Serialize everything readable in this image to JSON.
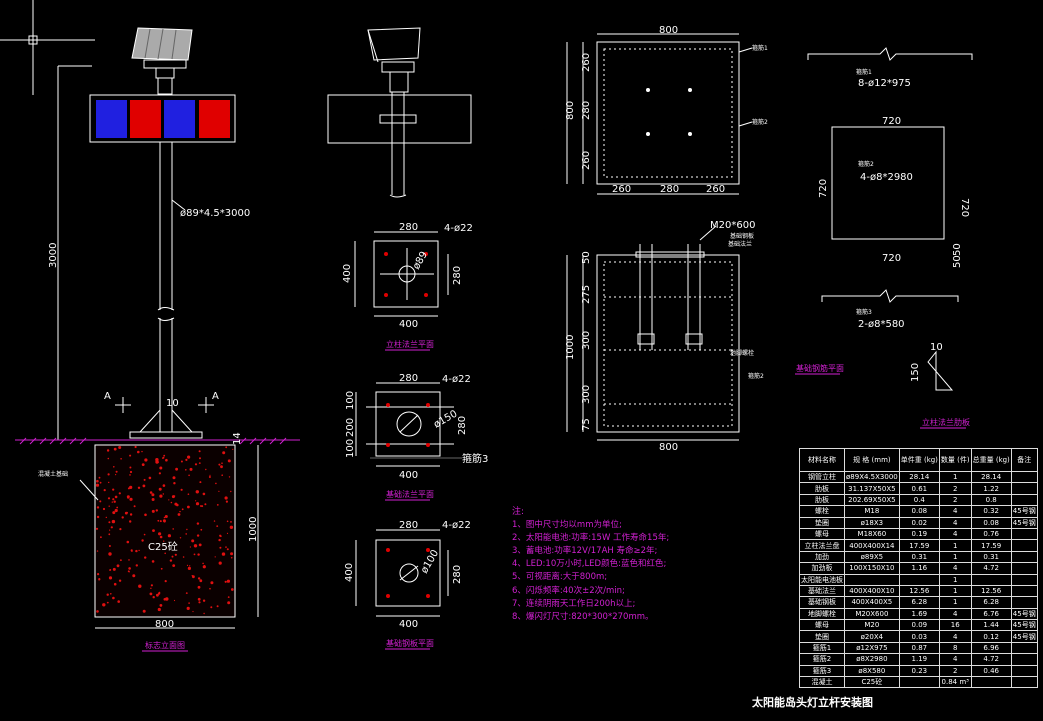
{
  "drawing_title": "太阳能岛头灯立杆安装图",
  "views": {
    "elevation": {
      "label": "标志立面图",
      "pole_spec": "ø89*4.5*3000",
      "height_dim": "3000",
      "foundation_depth": "1000",
      "base_width": "800",
      "ground_offset": "14",
      "concrete": "C25砼",
      "section_mark": "A",
      "stiffener_dim": "10",
      "ground_note": "混凝土基础"
    },
    "side_view": {},
    "column_flange": {
      "label": "立柱法兰平面",
      "width_top": "280",
      "width_bottom": "400",
      "height_left": "400",
      "height_right": "280",
      "hole_spec": "4-ø22",
      "center_dia": "ø89"
    },
    "base_flange": {
      "label": "基础法兰平面",
      "width_top": "280",
      "width_bottom": "400",
      "dims_left": [
        "100",
        "200",
        "100"
      ],
      "height_right": "280",
      "hole_spec": "4-ø22",
      "center_dia": "ø150",
      "rebar_note": "箍筋3"
    },
    "base_plate": {
      "label": "基础钢板平面",
      "width_top": "280",
      "width_bottom": "400",
      "height_left": "400",
      "height_right": "280",
      "hole_spec": "4-ø22",
      "center_dia": "ø100"
    },
    "rebar_plan": {
      "label": "基础钢筋平面",
      "top_width": "800",
      "left_dims": [
        "260",
        "280",
        "260"
      ],
      "overall_left": "800",
      "bottom_dims": [
        "260",
        "280",
        "260"
      ],
      "label_rebar1": "箍筋1",
      "label_rebar2": "箍筋2"
    },
    "rebar_elevation": {
      "anchor": "M20*600",
      "left_dims": [
        "50",
        "275",
        "300",
        "300",
        "75"
      ],
      "overall_left": "1000",
      "bottom_width": "800",
      "label_anchor": "地脚螺栓",
      "label_plate": "基础钢板",
      "label_flange": "基础法兰",
      "label_rebar2": "箍筋2"
    },
    "rebar_details": {
      "r1_label": "箍筋1",
      "r1_spec": "8-ø12*975",
      "r2_label": "箍筋2",
      "r2_spec": "4-ø8*2980",
      "r2_top": "720",
      "r2_bottom": "720",
      "r2_left": "720",
      "r2_right": "720",
      "r2_hook": "50",
      "r2_hook2": "50",
      "r3_label": "箍筋3",
      "r3_spec": "2-ø8*580",
      "stiff_h": "150",
      "stiff_w": "10",
      "stiff_label": "立柱法兰肋板"
    }
  },
  "notes": {
    "title": "注:",
    "items": [
      "1、图中尺寸均以mm为单位;",
      "2、太阳能电池:功率:15W 工作寿命15年;",
      "3、蓄电池:功率12V/17AH 寿命≥2年;",
      "4、LED:10万小时,LED颜色:蓝色和红色;",
      "5、可视距离:大于800m;",
      "6、闪烁频率:40次±2次/min;",
      "7、连续阴雨天工作日200h以上;",
      "8、爆闪灯尺寸:820*300*270mm。"
    ]
  },
  "material_table": {
    "headers": [
      "材料名称",
      "规 格 (mm)",
      "单件重 (kg)",
      "数量 (件)",
      "总重量 (kg)",
      "备注"
    ],
    "rows": [
      [
        "钢管立柱",
        "ø89X4.5X3000",
        "28.14",
        "1",
        "28.14",
        ""
      ],
      [
        "肋板",
        "31.137X50X5",
        "0.61",
        "2",
        "1.22",
        ""
      ],
      [
        "肋板",
        "202.69X50X5",
        "0.4",
        "2",
        "0.8",
        ""
      ],
      [
        "螺栓",
        "M18",
        "0.08",
        "4",
        "0.32",
        "45号钢"
      ],
      [
        "垫圈",
        "ø18X3",
        "0.02",
        "4",
        "0.08",
        "45号钢"
      ],
      [
        "螺母",
        "M18X60",
        "0.19",
        "4",
        "0.76",
        ""
      ],
      [
        "立柱法兰盘",
        "400X400X14",
        "17.59",
        "1",
        "17.59",
        ""
      ],
      [
        "加劲",
        "ø89X5",
        "0.31",
        "1",
        "0.31",
        ""
      ],
      [
        "加劲板",
        "100X150X10",
        "1.16",
        "4",
        "4.72",
        ""
      ],
      [
        "太阳能电池板",
        "",
        "",
        "1",
        "",
        ""
      ],
      [
        "基础法兰",
        "400X400X10",
        "12.56",
        "1",
        "12.56",
        ""
      ],
      [
        "基础钢板",
        "400X400X5",
        "6.28",
        "1",
        "6.28",
        ""
      ],
      [
        "地脚螺栓",
        "M20X600",
        "1.69",
        "4",
        "6.76",
        "45号钢"
      ],
      [
        "螺母",
        "M20",
        "0.09",
        "16",
        "1.44",
        "45号钢"
      ],
      [
        "垫圈",
        "ø20X4",
        "0.03",
        "4",
        "0.12",
        "45号钢"
      ],
      [
        "箍筋1",
        "ø12X975",
        "0.87",
        "8",
        "6.96",
        ""
      ],
      [
        "箍筋2",
        "ø8X2980",
        "1.19",
        "4",
        "4.72",
        ""
      ],
      [
        "箍筋3",
        "ø8X580",
        "0.23",
        "2",
        "0.46",
        ""
      ],
      [
        "混凝土",
        "C25砼",
        "",
        "0.84 m³",
        "",
        ""
      ]
    ]
  }
}
